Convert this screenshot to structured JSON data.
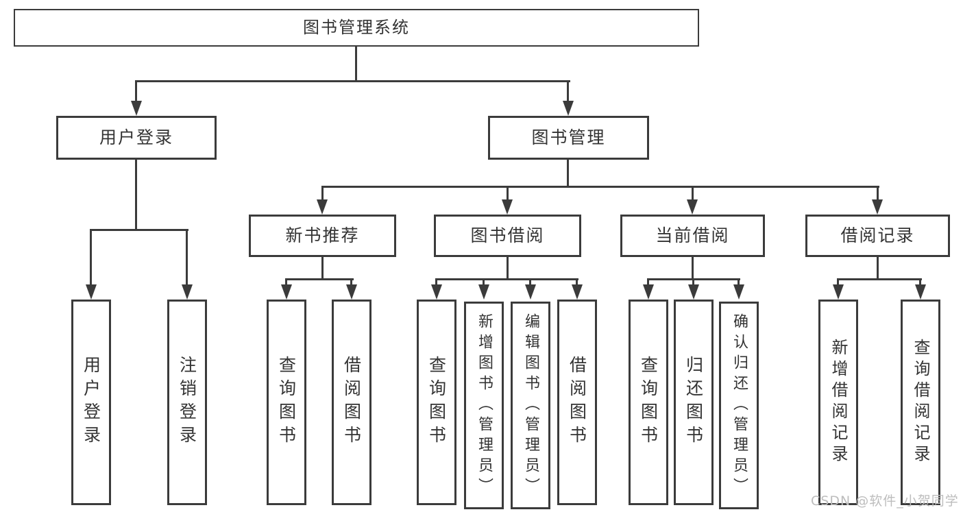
{
  "nodes": {
    "root": "图书管理系统",
    "user_login": "用户登录",
    "book_mgmt": "图书管理",
    "new_book_rec": "新书推荐",
    "book_borrow": "图书借阅",
    "current_borrow": "当前借阅",
    "borrow_record": "借阅记录",
    "login_user": "用户登录",
    "login_logout": "注销登录",
    "rec_query": "查询图书",
    "rec_borrow": "借阅图书",
    "bb_query": "查询图书",
    "bb_add": "新增图书（管理员）",
    "bb_edit": "编辑图书（管理员）",
    "bb_borrow": "借阅图书",
    "cb_query": "查询图书",
    "cb_return": "归还图书",
    "cb_confirm": "确认归还（管理员）",
    "br_add": "新增借阅记录",
    "br_query": "查询借阅记录"
  },
  "watermark": "CSDN @软件_小贺同学",
  "colors": {
    "line": "#3b3b3b",
    "text": "#333333",
    "watermark": "#bdbdbd",
    "background": "#ffffff"
  }
}
